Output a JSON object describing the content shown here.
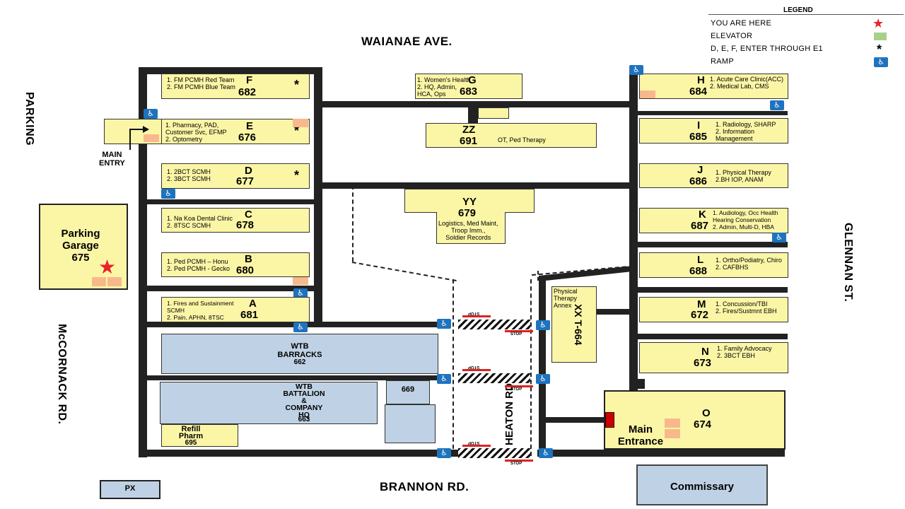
{
  "legend": {
    "title": "LEGEND",
    "you_are_here": "YOU ARE HERE",
    "elevator": "ELEVATOR",
    "enter_through": "D, E, F, ENTER THROUGH E1",
    "ramp": "RAMP",
    "colors": {
      "star": "#e8232a",
      "elevator": "#a8d08d",
      "ramp": "#1e73be",
      "building": "#fbf6a6",
      "blue_building": "#bfd1e4",
      "elevator_marker": "#f7b98c"
    }
  },
  "streets": {
    "top": "WAIANAE AVE.",
    "bottom": "BRANNON RD.",
    "left_top": "PARKING",
    "left_bottom": "McCORNACK RD.",
    "right": "GLENNAN ST.",
    "middle": "HEATON RD"
  },
  "main_entry": "MAIN\nENTRY",
  "parking_garage": {
    "name": "Parking\nGarage",
    "number": "675"
  },
  "buildings": {
    "F": {
      "letter": "F",
      "number": "682",
      "desc": "1. FM PCMH Red Team\n2. FM PCMH Blue Team"
    },
    "E": {
      "letter": "E",
      "number": "676",
      "desc": "1. Pharmacy, PAD,\nCustomer Svc, EFMP\n2. Optometry"
    },
    "D": {
      "letter": "D",
      "number": "677",
      "desc": "1. 2BCT SCMH\n2. 3BCT SCMH"
    },
    "C": {
      "letter": "C",
      "number": "678",
      "desc": "1. Na Koa Dental Clinic\n2. 8TSC  SCMH"
    },
    "B": {
      "letter": "B",
      "number": "680",
      "desc": "1. Ped PCMH – Honu\n2. Ped PCMH - Gecko"
    },
    "A": {
      "letter": "A",
      "number": "681",
      "desc": "1. Fires and Sustainment\n   SCMH\n2. Pain, APHN, 8TSC"
    },
    "G": {
      "letter": "G",
      "number": "683",
      "desc": "1. Women's Health\n2. HQ, Admin,\nHCA, Ops"
    },
    "ZZ": {
      "letter": "ZZ",
      "number": "691",
      "desc": "OT, Ped Therapy"
    },
    "YY": {
      "letter": "YY",
      "number": "679",
      "desc": "Logistics, Med Maint,\nTroop Imm.,\nSoldier Records"
    },
    "H": {
      "letter": "H",
      "number": "684",
      "desc": "1. Acute Care Clinic(ACC)\n2.  Medical Lab, CMS"
    },
    "I": {
      "letter": "I",
      "number": "685",
      "desc": "1. Radiology,  SHARP\n2. Information\nManagement"
    },
    "J": {
      "letter": "J",
      "number": "686",
      "desc": "1. Physical Therapy\n2.BH IOP, ANAM"
    },
    "K": {
      "letter": "K",
      "number": "687",
      "desc": "1. Audiology, Occ Health\nHearing Conservation\n2. Admin,  Multi-D, HBA"
    },
    "L": {
      "letter": "L",
      "number": "688",
      "desc": "1. Ortho/Podiatry, Chiro\n2. CAFBHS"
    },
    "M": {
      "letter": "M",
      "number": "672",
      "desc": "1. Concussion/TBI\n2. Fires/Sustmnt EBH"
    },
    "N": {
      "letter": "N",
      "number": "673",
      "desc": "1. Family Advocacy\n2. 3BCT EBH"
    },
    "O": {
      "letter": "O",
      "number": "674",
      "desc": "Main\nEntrance"
    },
    "XX": {
      "letter": "XX  T-664",
      "desc": "Physical\nTherapy\nAnnex"
    }
  },
  "blue_buildings": {
    "wtb_barracks": {
      "name": "WTB\nBARRACKS",
      "number": "662"
    },
    "wtb_battalion": {
      "name": "WTB\nBATTALION\n&\nCOMPANY\nHQ",
      "number": "663"
    },
    "b669": {
      "number": "669"
    },
    "px": {
      "name": "PX"
    },
    "commissary": {
      "name": "Commissary"
    }
  },
  "refill": {
    "name": "Refill\nPharm",
    "number": "695"
  },
  "asterisk": "*",
  "stop": "STOP",
  "ramp_icon": "wheelchair-icon"
}
